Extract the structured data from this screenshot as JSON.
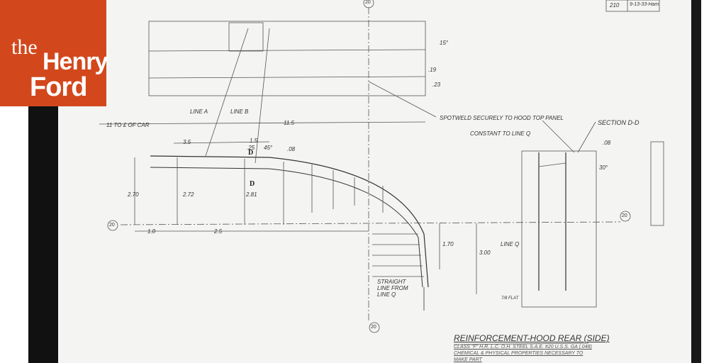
{
  "logo": {
    "line1": "the",
    "line2": "Henry",
    "line3": "Ford",
    "color": "#d2481c"
  },
  "title_block": {
    "cell1": "210",
    "cell2": "9-13-33-Ham"
  },
  "drawing": {
    "title": "REINFORCEMENT-HOOD REAR (SIDE)",
    "notes": [
      "CLASS \"F\" H.R. L.C. O.H. STEEL S.A.E. #20 U.S.S. GA (.048)",
      "CHEMICAL & PHYSICAL PROPERTIES NECESSARY TO",
      "MAKE PART"
    ],
    "callouts": {
      "line_a": "LINE A",
      "line_b": "LINE B",
      "spotweld": "SPOTWELD SECURELY TO HOOD TOP PANEL",
      "section": "SECTION D-D",
      "constant": "CONSTANT TO LINE Q",
      "line_q": "LINE Q",
      "straight": "STRAIGHT LINE FROM LINE Q",
      "from_car": "11 TO £ OF CAR",
      "flat": "7/8 FLAT",
      "section_mark_top": "D",
      "section_mark_bottom": "D"
    },
    "dimensions": {
      "overall": "11.5",
      "d35": "3.5",
      "d15": "1.5",
      "d25": ".25",
      "angle45": "45°",
      "d08a": ".08",
      "d08b": ".08",
      "angle30": "30°",
      "angle15": "15°",
      "d10": "1.0",
      "d25b": "2.5",
      "d270": "2.70",
      "d272": "2.72",
      "d281": "2.81",
      "d300": "3.00",
      "d170": "1.70",
      "d19": ".19",
      "d23": ".23"
    },
    "centerline_marks": [
      "20",
      "20",
      "20",
      "20"
    ]
  }
}
